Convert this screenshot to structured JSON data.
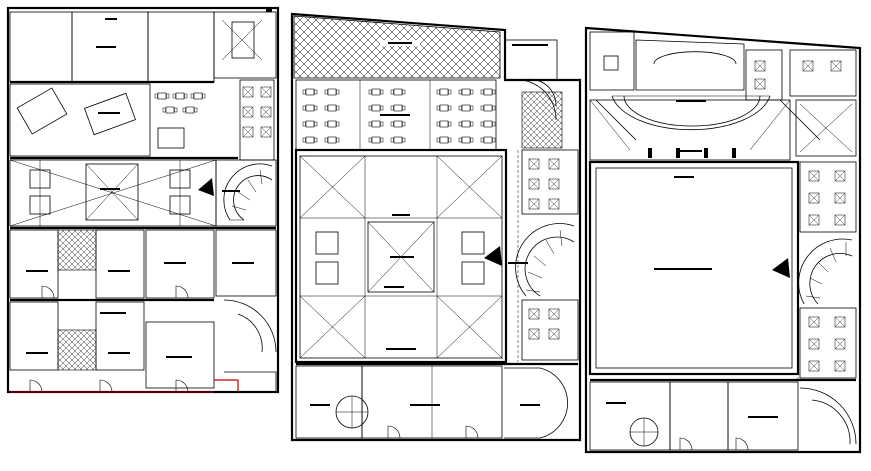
{
  "drawing": {
    "background": "#ffffff",
    "line_color": "#000000",
    "accent_color": "#c00000",
    "hatch_pattern": "crosshatch-diamond"
  },
  "plans": [
    {
      "id": "plan-left",
      "name": ""
    },
    {
      "id": "plan-middle",
      "name": ""
    },
    {
      "id": "plan-right",
      "name": ""
    }
  ]
}
